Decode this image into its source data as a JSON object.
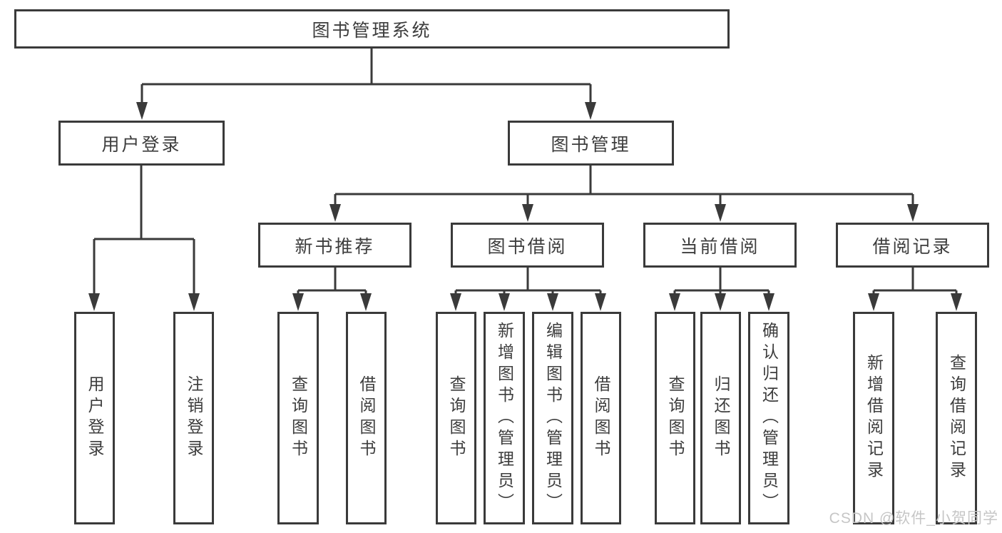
{
  "page": {
    "watermark": "CSDN @软件_小贺同学"
  },
  "tree": {
    "root": "图书管理系统",
    "branches": [
      {
        "label": "用户登录",
        "children": [
          {
            "label": "用户登录"
          },
          {
            "label": "注销登录"
          }
        ]
      },
      {
        "label": "图书管理",
        "children": [
          {
            "label": "新书推荐",
            "children": [
              {
                "label": "查询图书"
              },
              {
                "label": "借阅图书"
              }
            ]
          },
          {
            "label": "图书借阅",
            "children": [
              {
                "label": "查询图书"
              },
              {
                "label": "新增图书（管理员）"
              },
              {
                "label": "编辑图书（管理员）"
              },
              {
                "label": "借阅图书"
              }
            ]
          },
          {
            "label": "当前借阅",
            "children": [
              {
                "label": "查询图书"
              },
              {
                "label": "归还图书"
              },
              {
                "label": "确认归还（管理员）"
              }
            ]
          },
          {
            "label": "借阅记录",
            "children": [
              {
                "label": "新增借阅记录"
              },
              {
                "label": "查询借阅记录"
              }
            ]
          }
        ]
      }
    ]
  }
}
